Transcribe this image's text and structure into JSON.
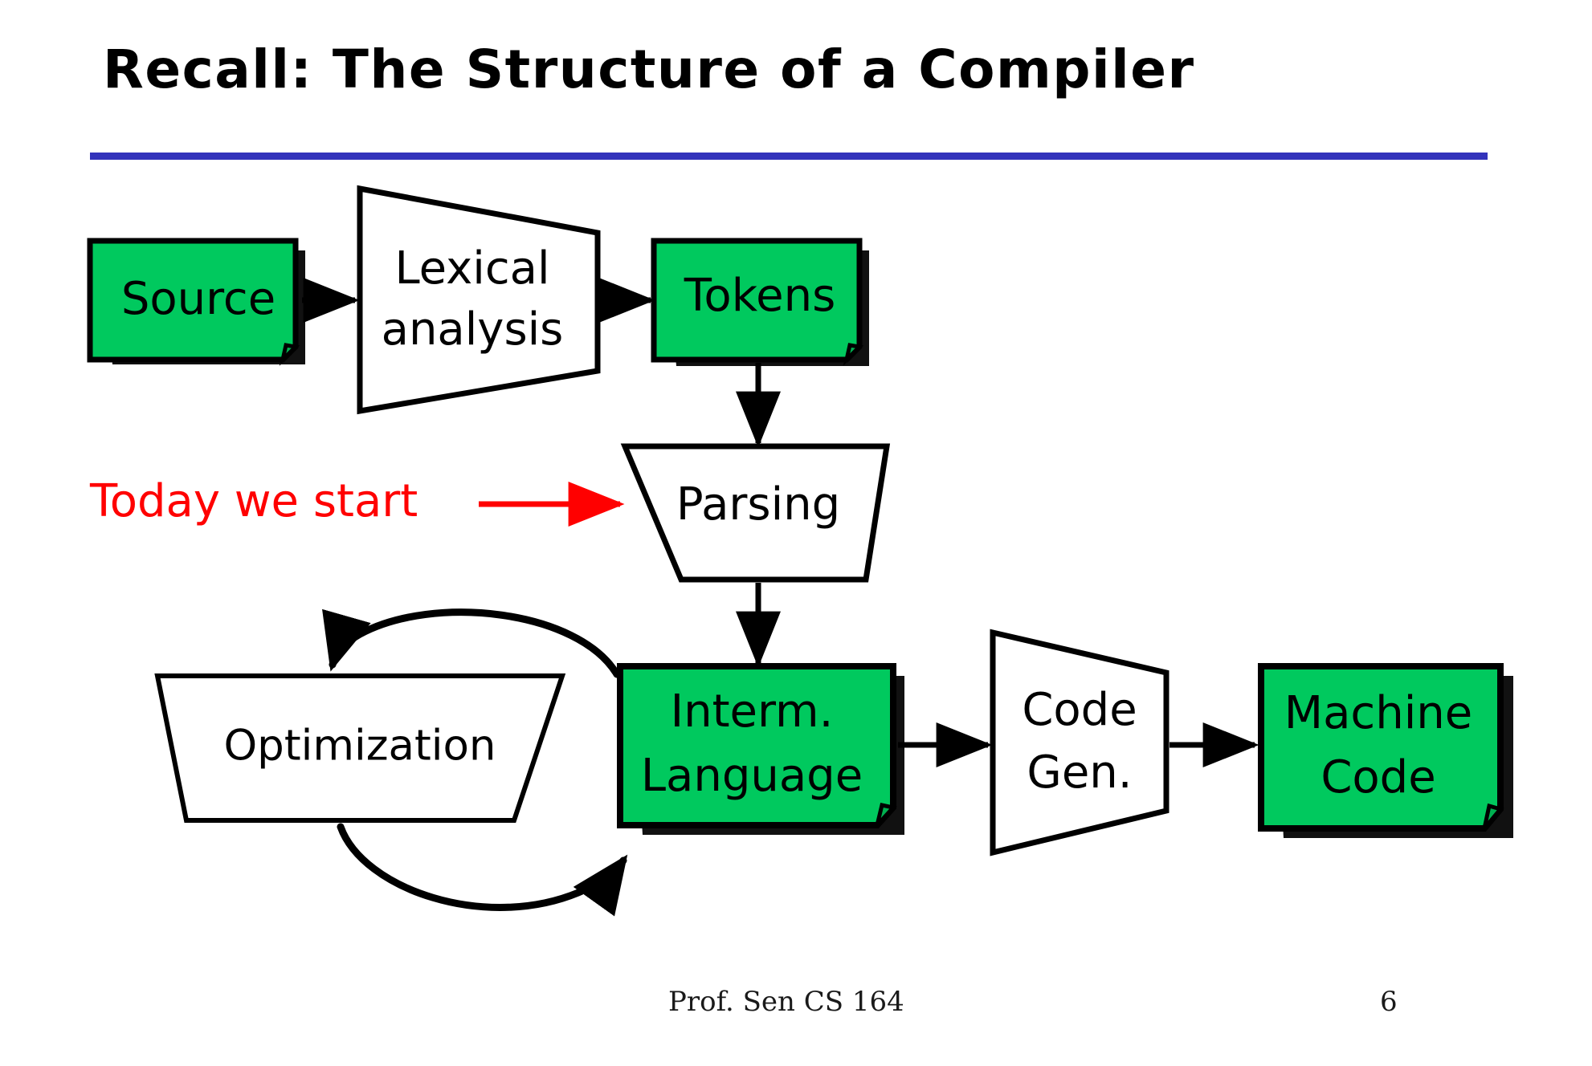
{
  "slide": {
    "title": "Recall: The Structure of a Compiler",
    "rule_color": "#3333bb",
    "background": "#ffffff"
  },
  "footer": {
    "author": "Prof. Sen  CS 164",
    "page_number": "6"
  },
  "theme": {
    "data_node_fill": "#00c95e",
    "data_node_stroke": "#000000",
    "process_node_fill": "#ffffff",
    "process_node_stroke": "#000000",
    "arrow_color": "#000000",
    "annotation_color": "#ff0000",
    "text_color": "#000000"
  },
  "diagram": {
    "type": "flowchart",
    "nodes": [
      {
        "id": "source",
        "label": "Source",
        "shape": "note",
        "kind": "data"
      },
      {
        "id": "lexical",
        "label_lines": [
          "Lexical",
          "analysis"
        ],
        "shape": "trapezoid",
        "kind": "process"
      },
      {
        "id": "tokens",
        "label": "Tokens",
        "shape": "note",
        "kind": "data"
      },
      {
        "id": "parsing",
        "label": "Parsing",
        "shape": "trapezoid",
        "kind": "process"
      },
      {
        "id": "interm",
        "label_lines": [
          "Interm.",
          "Language"
        ],
        "shape": "note",
        "kind": "data"
      },
      {
        "id": "optimization",
        "label": "Optimization",
        "shape": "trapezoid",
        "kind": "process"
      },
      {
        "id": "codegen",
        "label_lines": [
          "Code",
          "Gen."
        ],
        "shape": "trapezoid",
        "kind": "process"
      },
      {
        "id": "machine",
        "label_lines": [
          "Machine",
          "Code"
        ],
        "shape": "note",
        "kind": "data"
      }
    ],
    "edges": [
      {
        "from": "source",
        "to": "lexical",
        "style": "straight"
      },
      {
        "from": "lexical",
        "to": "tokens",
        "style": "straight"
      },
      {
        "from": "tokens",
        "to": "parsing",
        "style": "straight"
      },
      {
        "from": "parsing",
        "to": "interm",
        "style": "straight"
      },
      {
        "from": "interm",
        "to": "optimization",
        "style": "curved"
      },
      {
        "from": "optimization",
        "to": "interm",
        "style": "curved"
      },
      {
        "from": "interm",
        "to": "codegen",
        "style": "straight"
      },
      {
        "from": "codegen",
        "to": "machine",
        "style": "straight"
      }
    ],
    "annotation": {
      "text": "Today we start",
      "target": "parsing",
      "color": "#ff0000"
    }
  },
  "labels": {
    "source": "Source",
    "lexical_line1": "Lexical",
    "lexical_line2": "analysis",
    "tokens": "Tokens",
    "parsing": "Parsing",
    "today_we_start": "Today we start",
    "optimization": "Optimization",
    "interm_line1": "Interm.",
    "interm_line2": "Language",
    "codegen_line1": "Code",
    "codegen_line2": "Gen.",
    "machine_line1": "Machine",
    "machine_line2": "Code"
  }
}
